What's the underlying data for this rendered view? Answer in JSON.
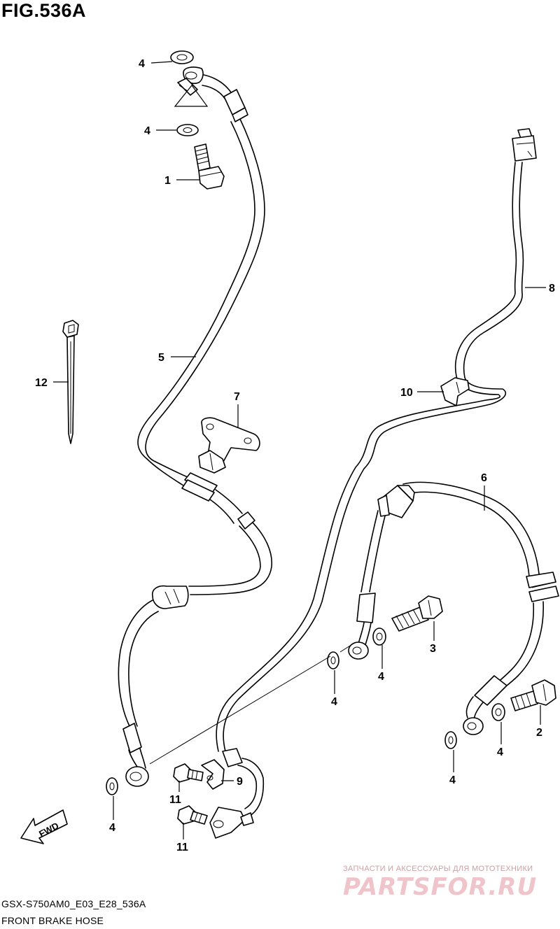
{
  "figure": {
    "title": "FIG.536A",
    "model_code": "GSX-S750AM0_E03_E28_536A",
    "caption": "FRONT BRAKE HOSE"
  },
  "callouts": {
    "bolt_top": "1",
    "bolt_right": "2",
    "bolt_center": "3",
    "washer": "4",
    "hose_upper": "5",
    "hose_right": "6",
    "bracket": "7",
    "sensor_lead": "8",
    "sensor_clamp": "9",
    "lead_clamp": "10",
    "screw": "11",
    "cable_tie": "12"
  },
  "direction_marker": {
    "text": "FWD"
  },
  "watermark": {
    "caption": "ЗАПЧАСТИ И АКСЕССУАРЫ ДЛЯ МОТОТЕХНИКИ",
    "logo": "PARTSFOR.RU"
  }
}
